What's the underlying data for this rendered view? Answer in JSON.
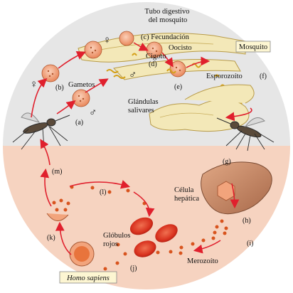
{
  "labels": {
    "tubo_line1": "Tubo digestivo",
    "tubo_line2": "del mosquito",
    "fecundacion": "(c) Fecundación",
    "oocisto": "Oocisto",
    "cigoto": "Cigoto",
    "d": "(d)",
    "e": "(e)",
    "gametos": "Gametos",
    "b": "(b)",
    "a": "(a)",
    "mosquito_box": "Mosquito",
    "esporozoito": "Esporozoíto",
    "f": "(f)",
    "glandulas_line1": "Glándulas",
    "glandulas_line2": "salivares",
    "g": "(g)",
    "celula_line1": "Célula",
    "celula_line2": "hepática",
    "h": "(h)",
    "i": "(i)",
    "merozoito": "Merozoíto",
    "j": "(j)",
    "globulos_line1": "Glóbulos",
    "globulos_line2": "rojos",
    "k": "(k)",
    "l": "(l)",
    "m": "(m)",
    "homo_sapiens": "Homo sapiens"
  },
  "symbols": {
    "female": "♀",
    "male": "♂"
  },
  "colors": {
    "top_background": "#e6e6e6",
    "bottom_background": "#f6d3c0",
    "arrow": "#e0202d",
    "gut_fill": "#f3e8b8",
    "cell_fill": "#f2a47c",
    "rbc_fill": "#d8311e",
    "liver_fill": "#c98a63",
    "label_box": "#fdf6d2"
  }
}
